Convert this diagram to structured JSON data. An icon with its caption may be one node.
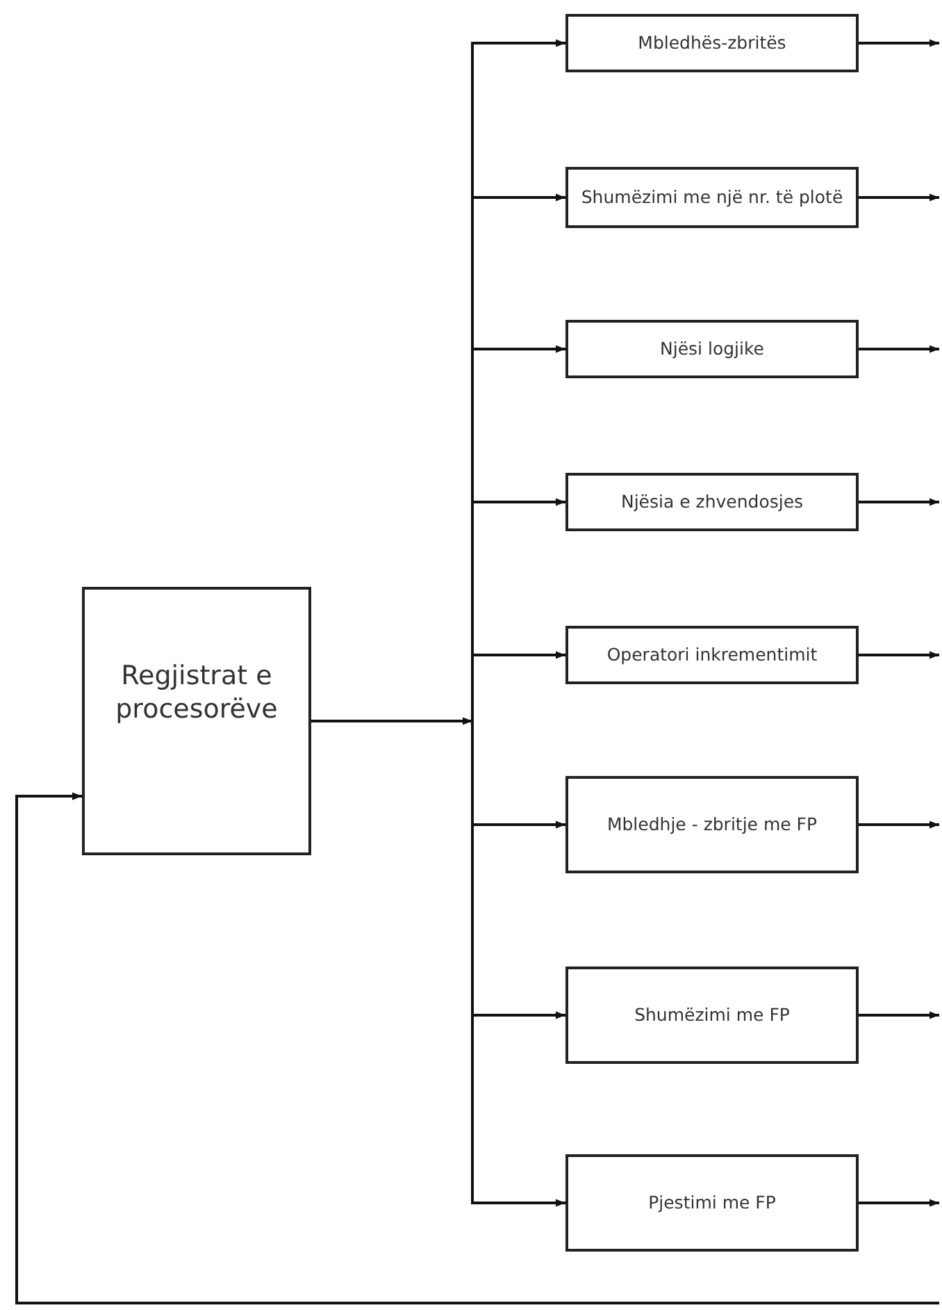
{
  "diagram": {
    "nodes": [
      {
        "text": [
          "Regjistrat e procesorëve"
        ]
      },
      {
        "text": [
          "Mbledhës-zbritës"
        ]
      },
      {
        "text": [
          "Shumëzimi me një nr. të plotë"
        ]
      },
      {
        "text": [
          "Njësi logjike"
        ]
      },
      {
        "text": [
          "Njësia e zhvendosjes"
        ]
      },
      {
        "text": [
          "Operatori inkrementimit"
        ]
      },
      {
        "text": [
          "Mbledhje - zbritje me FP"
        ]
      },
      {
        "text": [
          "Shumëzimi me FP"
        ]
      },
      {
        "text": [
          "Pjestimi me FP"
        ]
      }
    ],
    "edges": [
      {
        "from": 0,
        "to": 1,
        "arrow": "to"
      },
      {
        "from": 0,
        "to": 2,
        "arrow": "to"
      },
      {
        "from": 0,
        "to": 3,
        "arrow": "to"
      },
      {
        "from": 0,
        "to": 4,
        "arrow": "to"
      },
      {
        "from": 0,
        "to": 5,
        "arrow": "to"
      },
      {
        "from": 0,
        "to": 6,
        "arrow": "to"
      },
      {
        "from": 0,
        "to": 7,
        "arrow": "to"
      },
      {
        "from": 0,
        "to": 8,
        "arrow": "to"
      },
      {
        "from": 1,
        "to": null,
        "arrow": "to"
      },
      {
        "from": 2,
        "to": null,
        "arrow": "to"
      },
      {
        "from": 3,
        "to": null,
        "arrow": "to"
      },
      {
        "from": 4,
        "to": null,
        "arrow": "to"
      },
      {
        "from": 5,
        "to": null,
        "arrow": "to"
      },
      {
        "from": 6,
        "to": null,
        "arrow": "to"
      },
      {
        "from": 7,
        "to": null,
        "arrow": "to"
      },
      {
        "from": 8,
        "to": null,
        "arrow": "to"
      },
      {
        "from": null,
        "to": 0,
        "arrow": "to"
      }
    ]
  }
}
